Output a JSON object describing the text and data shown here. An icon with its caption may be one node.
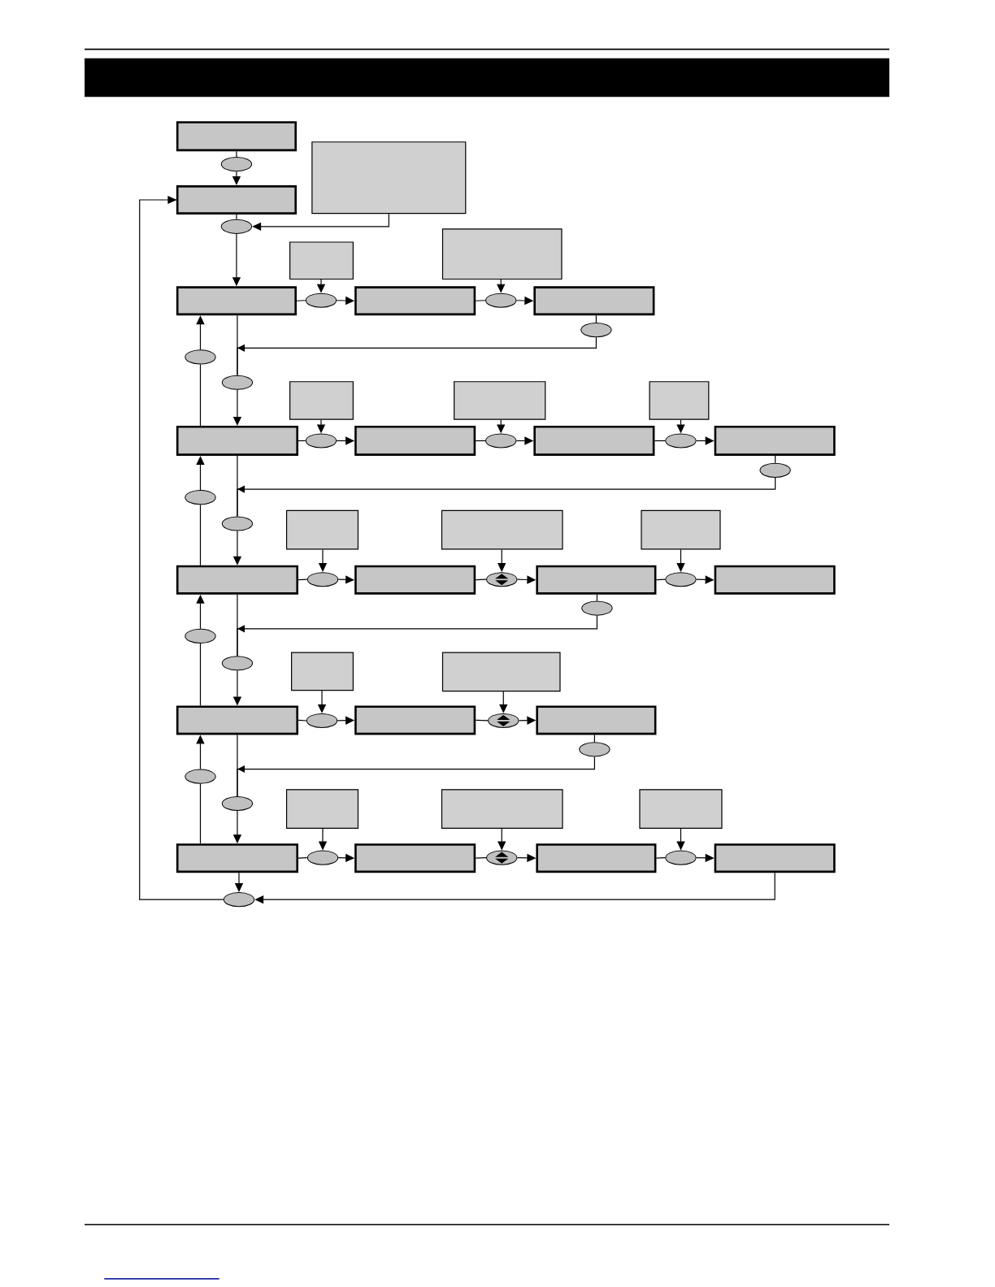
{
  "diagram": {
    "nodes": [
      {
        "text": [],
        "shape": "box"
      },
      {
        "text": [],
        "shape": "ellipse"
      },
      {
        "text": [],
        "shape": "box"
      },
      {
        "text": [],
        "shape": "box"
      },
      {
        "text": [],
        "shape": "ellipse"
      },
      {
        "text": [],
        "shape": "box"
      },
      {
        "text": [],
        "shape": "box"
      },
      {
        "text": [],
        "shape": "ellipse"
      },
      {
        "text": [],
        "shape": "box"
      },
      {
        "text": [],
        "shape": "box"
      },
      {
        "text": [],
        "shape": "ellipse"
      },
      {
        "text": [],
        "shape": "box"
      },
      {
        "text": [],
        "shape": "ellipse"
      },
      {
        "text": [],
        "shape": "ellipse"
      },
      {
        "text": [],
        "shape": "ellipse"
      },
      {
        "text": [],
        "shape": "box"
      },
      {
        "text": [],
        "shape": "box"
      },
      {
        "text": [],
        "shape": "ellipse"
      },
      {
        "text": [],
        "shape": "box"
      },
      {
        "text": [],
        "shape": "box"
      },
      {
        "text": [],
        "shape": "ellipse"
      },
      {
        "text": [],
        "shape": "box"
      },
      {
        "text": [],
        "shape": "box"
      },
      {
        "text": [],
        "shape": "ellipse"
      },
      {
        "text": [],
        "shape": "box"
      },
      {
        "text": [],
        "shape": "ellipse"
      },
      {
        "text": [],
        "shape": "ellipse"
      },
      {
        "text": [],
        "shape": "ellipse"
      },
      {
        "text": [],
        "shape": "box"
      },
      {
        "text": [],
        "shape": "box"
      },
      {
        "text": [],
        "shape": "ellipse"
      },
      {
        "text": [],
        "shape": "box"
      },
      {
        "text": [],
        "shape": "box"
      },
      {
        "text": [],
        "shape": "ellipse"
      },
      {
        "text": [],
        "shape": "box"
      },
      {
        "text": [],
        "shape": "box"
      },
      {
        "text": [],
        "shape": "ellipse"
      },
      {
        "text": [],
        "shape": "box"
      },
      {
        "text": [],
        "shape": "ellipse"
      },
      {
        "text": [],
        "shape": "ellipse"
      },
      {
        "text": [],
        "shape": "ellipse"
      },
      {
        "text": [],
        "shape": "box"
      },
      {
        "text": [],
        "shape": "box"
      },
      {
        "text": [],
        "shape": "ellipse"
      },
      {
        "text": [],
        "shape": "box"
      },
      {
        "text": [],
        "shape": "box"
      },
      {
        "text": [],
        "shape": "ellipse"
      },
      {
        "text": [],
        "shape": "box"
      },
      {
        "text": [],
        "shape": "ellipse"
      },
      {
        "text": [],
        "shape": "ellipse"
      },
      {
        "text": [],
        "shape": "ellipse"
      },
      {
        "text": [],
        "shape": "box"
      },
      {
        "text": [],
        "shape": "box"
      },
      {
        "text": [],
        "shape": "ellipse"
      },
      {
        "text": [],
        "shape": "box"
      },
      {
        "text": [],
        "shape": "box"
      },
      {
        "text": [],
        "shape": "ellipse"
      },
      {
        "text": [],
        "shape": "box"
      },
      {
        "text": [],
        "shape": "box"
      },
      {
        "text": [],
        "shape": "ellipse"
      },
      {
        "text": [],
        "shape": "box"
      },
      {
        "text": [],
        "shape": "ellipse"
      }
    ],
    "edges": [
      {
        "from": 0,
        "to": 1,
        "arrow": "none"
      },
      {
        "from": 1,
        "to": 2,
        "arrow": "to"
      },
      {
        "from": 2,
        "to": 4,
        "arrow": "none"
      },
      {
        "from": 3,
        "to": 4,
        "arrow": "to"
      },
      {
        "from": 4,
        "to": 5,
        "arrow": "to"
      },
      {
        "from": 5,
        "to": 7,
        "arrow": "none"
      },
      {
        "from": 6,
        "to": 7,
        "arrow": "to"
      },
      {
        "from": 7,
        "to": 8,
        "arrow": "to"
      },
      {
        "from": 8,
        "to": 10,
        "arrow": "none"
      },
      {
        "from": 9,
        "to": 10,
        "arrow": "to"
      },
      {
        "from": 10,
        "to": 11,
        "arrow": "to"
      },
      {
        "from": 11,
        "to": 12,
        "arrow": "none"
      },
      {
        "from": 12,
        "to": 14,
        "arrow": "to"
      },
      {
        "from": 5,
        "to": 14,
        "arrow": "none"
      },
      {
        "from": 15,
        "to": 13,
        "arrow": "none"
      },
      {
        "from": 13,
        "to": 5,
        "arrow": "to"
      },
      {
        "from": 14,
        "to": 15,
        "arrow": "to"
      },
      {
        "from": 15,
        "to": 17,
        "arrow": "none"
      },
      {
        "from": 16,
        "to": 17,
        "arrow": "to"
      },
      {
        "from": 17,
        "to": 18,
        "arrow": "to"
      },
      {
        "from": 18,
        "to": 20,
        "arrow": "none"
      },
      {
        "from": 19,
        "to": 20,
        "arrow": "to"
      },
      {
        "from": 20,
        "to": 21,
        "arrow": "to"
      },
      {
        "from": 21,
        "to": 23,
        "arrow": "none"
      },
      {
        "from": 22,
        "to": 23,
        "arrow": "to"
      },
      {
        "from": 23,
        "to": 24,
        "arrow": "to"
      },
      {
        "from": 24,
        "to": 25,
        "arrow": "none"
      },
      {
        "from": 25,
        "to": 27,
        "arrow": "to"
      },
      {
        "from": 15,
        "to": 27,
        "arrow": "none"
      },
      {
        "from": 28,
        "to": 26,
        "arrow": "none"
      },
      {
        "from": 26,
        "to": 15,
        "arrow": "to"
      },
      {
        "from": 27,
        "to": 28,
        "arrow": "to"
      },
      {
        "from": 28,
        "to": 30,
        "arrow": "none"
      },
      {
        "from": 29,
        "to": 30,
        "arrow": "to"
      },
      {
        "from": 30,
        "to": 31,
        "arrow": "to"
      },
      {
        "from": 31,
        "to": 33,
        "arrow": "none"
      },
      {
        "from": 32,
        "to": 33,
        "arrow": "to"
      },
      {
        "from": 33,
        "to": 34,
        "arrow": "to"
      },
      {
        "from": 34,
        "to": 36,
        "arrow": "none"
      },
      {
        "from": 35,
        "to": 36,
        "arrow": "to"
      },
      {
        "from": 36,
        "to": 37,
        "arrow": "to"
      },
      {
        "from": 34,
        "to": 38,
        "arrow": "none"
      },
      {
        "from": 38,
        "to": 40,
        "arrow": "to"
      },
      {
        "from": 28,
        "to": 40,
        "arrow": "none"
      },
      {
        "from": 41,
        "to": 39,
        "arrow": "none"
      },
      {
        "from": 39,
        "to": 28,
        "arrow": "to"
      },
      {
        "from": 40,
        "to": 41,
        "arrow": "to"
      },
      {
        "from": 41,
        "to": 43,
        "arrow": "none"
      },
      {
        "from": 42,
        "to": 43,
        "arrow": "to"
      },
      {
        "from": 43,
        "to": 44,
        "arrow": "to"
      },
      {
        "from": 44,
        "to": 46,
        "arrow": "none"
      },
      {
        "from": 45,
        "to": 46,
        "arrow": "to"
      },
      {
        "from": 46,
        "to": 47,
        "arrow": "to"
      },
      {
        "from": 47,
        "to": 48,
        "arrow": "none"
      },
      {
        "from": 48,
        "to": 50,
        "arrow": "to"
      },
      {
        "from": 41,
        "to": 50,
        "arrow": "none"
      },
      {
        "from": 51,
        "to": 49,
        "arrow": "none"
      },
      {
        "from": 49,
        "to": 41,
        "arrow": "to"
      },
      {
        "from": 50,
        "to": 51,
        "arrow": "to"
      },
      {
        "from": 51,
        "to": 53,
        "arrow": "none"
      },
      {
        "from": 52,
        "to": 53,
        "arrow": "to"
      },
      {
        "from": 53,
        "to": 54,
        "arrow": "to"
      },
      {
        "from": 54,
        "to": 56,
        "arrow": "none"
      },
      {
        "from": 55,
        "to": 56,
        "arrow": "to"
      },
      {
        "from": 56,
        "to": 57,
        "arrow": "to"
      },
      {
        "from": 57,
        "to": 59,
        "arrow": "none"
      },
      {
        "from": 58,
        "to": 59,
        "arrow": "to"
      },
      {
        "from": 59,
        "to": 60,
        "arrow": "to"
      },
      {
        "from": 51,
        "to": 61,
        "arrow": "to"
      },
      {
        "from": 60,
        "to": 61,
        "arrow": "to"
      },
      {
        "from": 61,
        "to": 2,
        "arrow": "to"
      }
    ]
  }
}
